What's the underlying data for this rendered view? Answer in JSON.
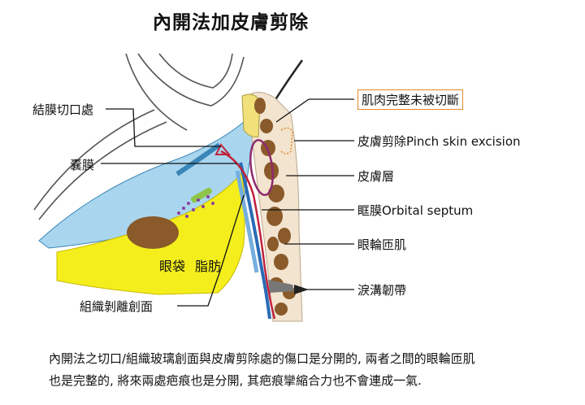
{
  "title": "內開法加皮膚剪除",
  "labels": {
    "conjunctiva_incision": "結膜切口處",
    "capsule": "囊膜",
    "muscle_intact": "肌肉完整未被切斷",
    "pinch_excision": "皮膚剪除Pinch skin excision",
    "skin_layer": "皮膚層",
    "orbital_septum": "眶膜Orbital septum",
    "orbicularis": "眼輪匝肌",
    "tear_trough_ligament": "淚溝韌帶",
    "dissection_plane": "組織剝離創面",
    "eye_bag": "眼袋",
    "fat": "脂肪"
  },
  "caption": {
    "line1": "內開法之切口/組織玻璃創面與皮膚剪除處的傷口是分開的, 兩者之間的眼輪匝肌",
    "line2": "也是完整的, 將來兩處疤痕也是分開, 其疤痕攣縮合力也不會連成一氣."
  },
  "colors": {
    "fat": "#f4ef1c",
    "capsule": "#a9d6ee",
    "muscle": "#8a5a2a",
    "skin": "#f3e4cf",
    "septum": "#2a6bb5",
    "incision_line": "#c0213a",
    "excision_circle": "#8e2a6e",
    "callout_border": "#e08a2a"
  }
}
